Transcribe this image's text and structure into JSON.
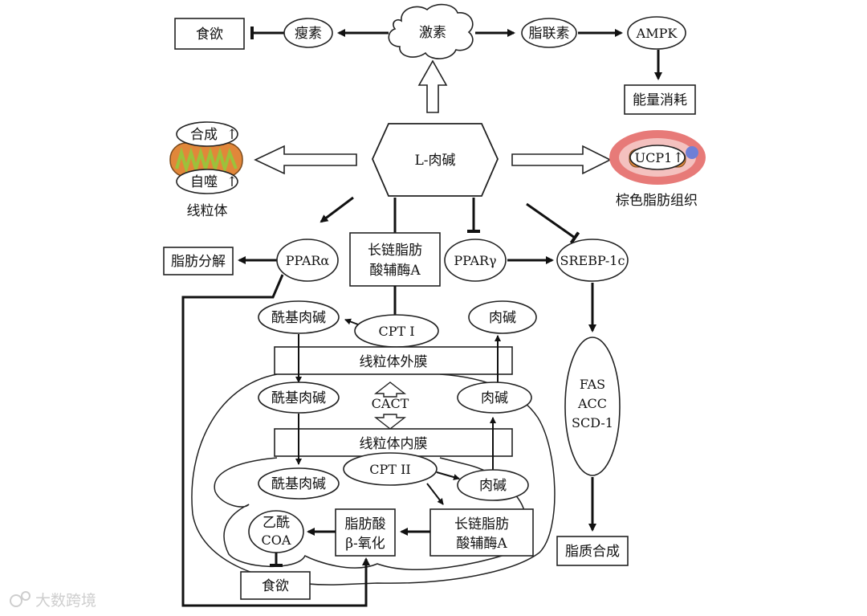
{
  "nodes": {
    "appetite_top": "食欲",
    "leptin": "瘦素",
    "hormone": "激素",
    "adiponectin": "脂联素",
    "ampk": "AMPK",
    "energy": "能量消耗",
    "synthesis": "合成",
    "autophagy": "自噬",
    "mitochondria": "线粒体",
    "carnitine_main": "L-肉碱",
    "ucp1": "UCP1",
    "bat": "棕色脂肪组织",
    "ppara": "PPARα",
    "lipolysis": "脂肪分解",
    "lcacoa_top_1": "长链脂肪",
    "lcacoa_top_2": "酸辅酶A",
    "pparg": "PPARγ",
    "srebp": "SREBP-1c",
    "acylcarnitine_1": "酰基肉碱",
    "cpt1": "CPT I",
    "carnitine_1": "肉碱",
    "outer_membrane": "线粒体外膜",
    "acylcarnitine_2": "酰基肉碱",
    "cact": "CACT",
    "carnitine_2": "肉碱",
    "inner_membrane": "线粒体内膜",
    "cpt2": "CPT II",
    "acylcarnitine_3": "酰基肉碱",
    "carnitine_3": "肉碱",
    "acetyl_1": "乙酰",
    "acetyl_2": "COA",
    "beta_ox_1": "脂肪酸",
    "beta_ox_2": "β-氧化",
    "lcacoa_bot_1": "长链脂肪",
    "lcacoa_bot_2": "酸辅酶A",
    "appetite_bottom": "食欲",
    "fas": "FAS",
    "acc": "ACC",
    "scd1": "SCD-1",
    "lipogenesis": "脂质合成",
    "up_arrow_glyph": "↑"
  },
  "watermark": "大数跨境",
  "colors": {
    "mito_outer": "#e1873a",
    "mito_inner": "#9cc13b",
    "bat_outer": "#e77a78",
    "bat_inner": "#f4c1bf",
    "bat_nucleus": "#6f7fd6"
  }
}
